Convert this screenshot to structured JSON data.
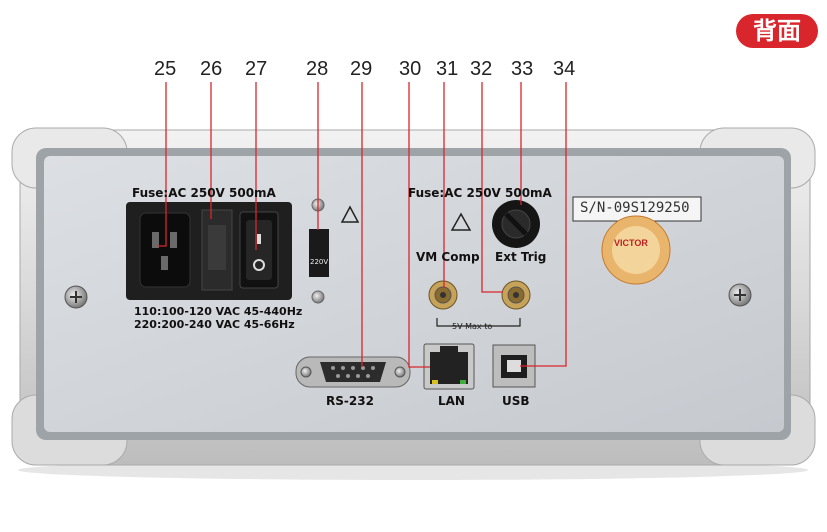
{
  "badge": "背面",
  "callouts": [
    "25",
    "26",
    "27",
    "28",
    "29",
    "30",
    "31",
    "32",
    "33",
    "34"
  ],
  "panel": {
    "fuse_left": "Fuse:AC 250V 500mA",
    "fuse_right": "Fuse:AC 250V 500mA",
    "voltage_line1": "110:100-120 VAC  45-440Hz",
    "voltage_line2": "220:200-240 VAC  45-66Hz",
    "switch_label": "220V",
    "vm_comp": "VM Comp",
    "ext_trig": "Ext Trig",
    "vmax": "5V Max to",
    "rs232": "RS-232",
    "lan": "LAN",
    "usb": "USB",
    "serial": "S/N-09S129250",
    "sticker_brand": "VICTOR"
  }
}
